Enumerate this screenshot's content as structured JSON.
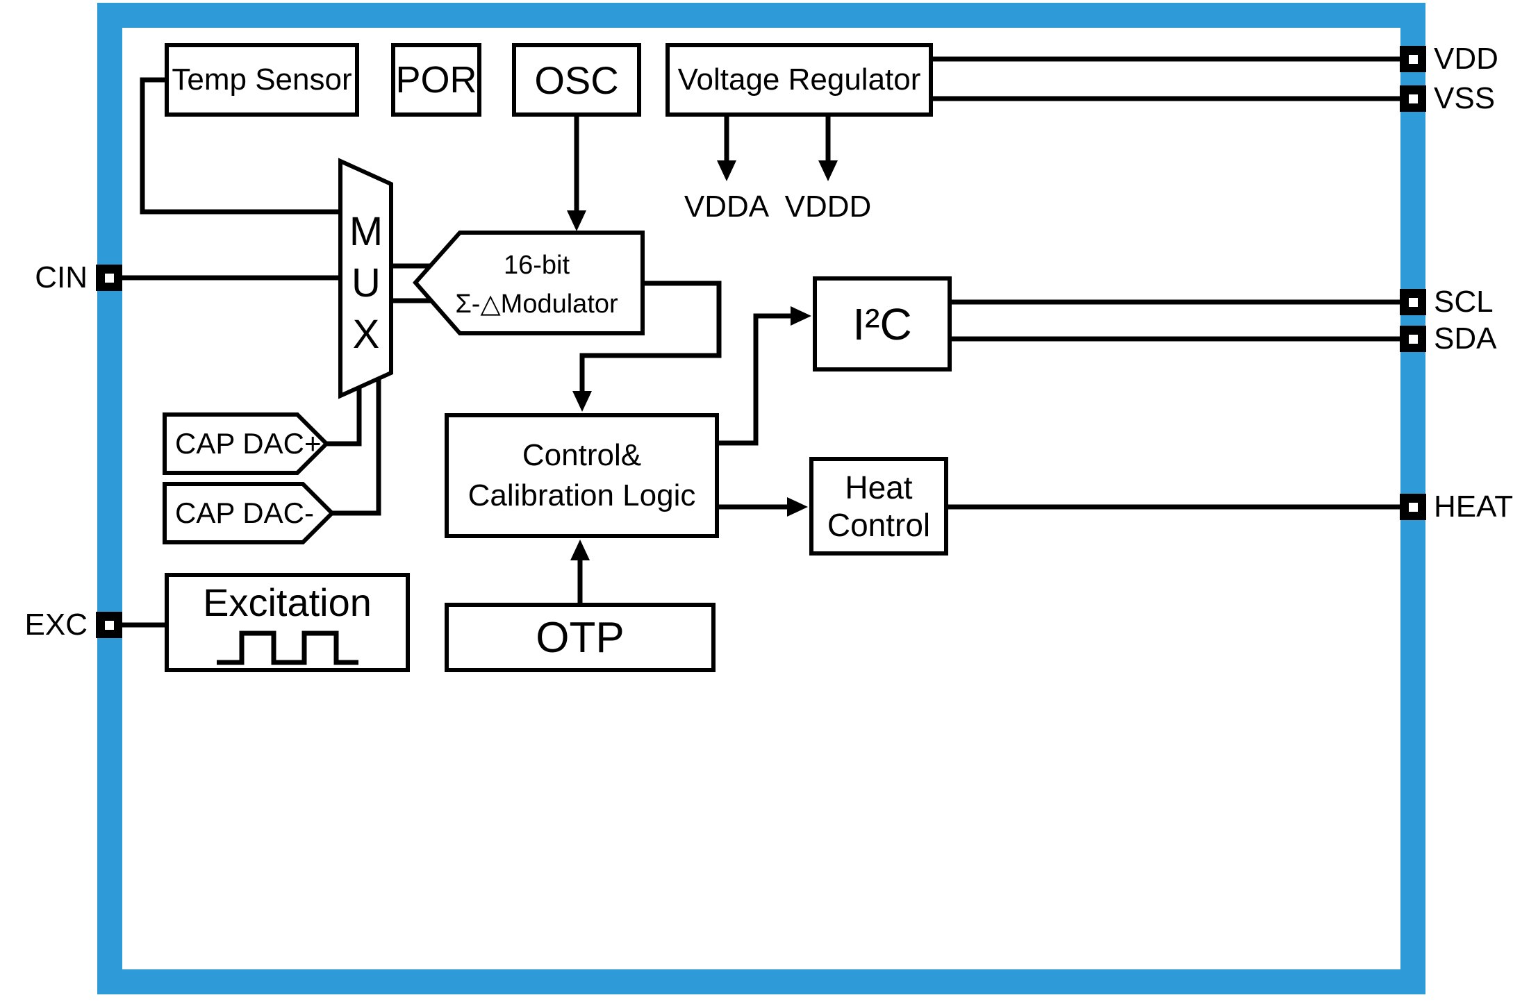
{
  "colors": {
    "frame_accent": "#2e9bd8",
    "line": "#000000",
    "block_bg": "#ffffff"
  },
  "blocks": {
    "temp_sensor": {
      "label": "Temp Sensor"
    },
    "por": {
      "label": "POR"
    },
    "osc": {
      "label": "OSC"
    },
    "voltage_regulator": {
      "label": "Voltage Regulator"
    },
    "mux": {
      "label": "MUX"
    },
    "modulator": {
      "line1": "16-bit",
      "line2": "Σ-△Modulator"
    },
    "cap_dac_plus": {
      "label": "CAP DAC+"
    },
    "cap_dac_minus": {
      "label": "CAP DAC-"
    },
    "control_logic": {
      "line1": "Control&",
      "line2": "Calibration Logic"
    },
    "i2c": {
      "label": "I²C"
    },
    "heat_control": {
      "line1": "Heat",
      "line2": "Control"
    },
    "excitation": {
      "label": "Excitation"
    },
    "otp": {
      "label": "OTP"
    }
  },
  "rails": {
    "vdda": "VDDA",
    "vddd": "VDDD"
  },
  "pins": {
    "vdd": "VDD",
    "vss": "VSS",
    "scl": "SCL",
    "sda": "SDA",
    "heat": "HEAT",
    "cin": "CIN",
    "exc": "EXC"
  }
}
